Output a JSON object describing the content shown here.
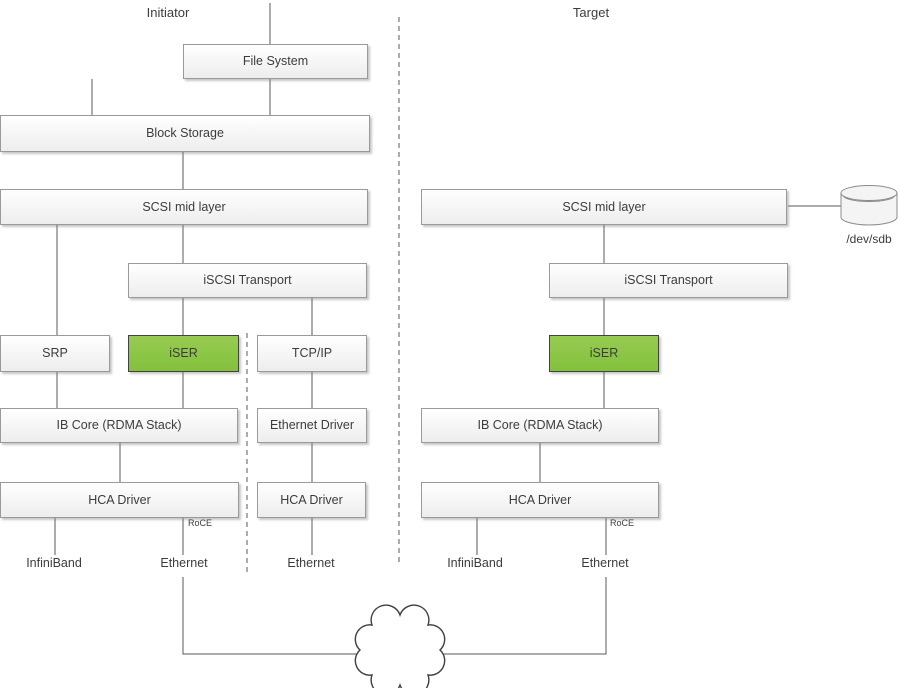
{
  "colors": {
    "background": "#FFFFFF",
    "box_border": "#9A9A9A",
    "box_fill_top": "#FFFFFF",
    "box_fill_bottom": "#EDEDED",
    "iser_fill_top": "#97CB52",
    "iser_fill_bottom": "#83C13C",
    "iser_border": "#424242",
    "connector": "#595959",
    "text": "#3C3C3C"
  },
  "sections": {
    "initiator_label": "Initiator",
    "target_label": "Target"
  },
  "initiator": {
    "file_system": "File System",
    "block_storage": "Block Storage",
    "scsi_mid_layer": "SCSI mid layer",
    "iscsi_transport": "iSCSI Transport",
    "srp": "SRP",
    "iser": "iSER",
    "tcp_ip": "TCP/IP",
    "ib_core": "IB Core (RDMA Stack)",
    "ethernet_driver": "Ethernet Driver",
    "hca_driver_rdma": "HCA Driver",
    "hca_driver_eth": "HCA Driver",
    "roce_label": "RoCE",
    "infiniband_label": "InfiniBand",
    "ethernet_rdma_label": "Ethernet",
    "ethernet_tcp_label": "Ethernet"
  },
  "target": {
    "scsi_mid_layer": "SCSI mid layer",
    "iscsi_transport": "iSCSI Transport",
    "iser": "iSER",
    "ib_core": "IB Core (RDMA Stack)",
    "hca_driver": "HCA Driver",
    "roce_label": "RoCE",
    "infiniband_label": "InfiniBand",
    "ethernet_label": "Ethernet",
    "storage_device_label": "/dev/sdb"
  }
}
